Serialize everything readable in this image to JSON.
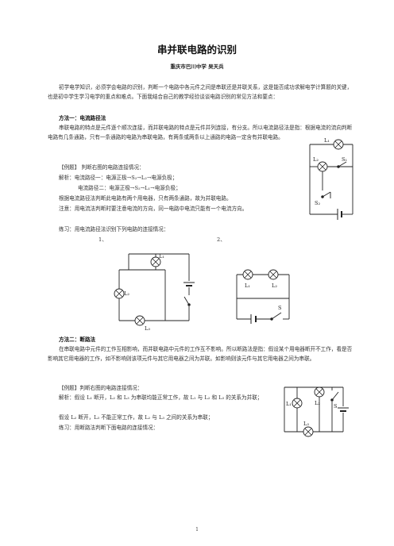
{
  "title": "串并联电路的识别",
  "author": "重庆市巴川中学  吴天兵",
  "intro": "初学电学知识，必须学会电路的识别，判断一个电路中各元件之间是串联还是并联关系，这是能否成功求解电学计算题的关键，也是初中学生学习电学的重点和难点。下面我结合自己的教学经验谈谈电路识别的常见方法和要点：",
  "method1": {
    "heading": "方法一：电流路径法",
    "desc": "串联电路的特点是元件逐个顺次连接，而并联电路的特点是元件并列连接，有分支。所以电流路径法是指：根据电流的流向判断电路有几条通路，只有一条通路的电路为串联电路，有两条或两条以上通路的电路一定含有并联电路。",
    "example": "【例题】 判断右图的电路连接情况：",
    "analysis1": "解析：电流路径一：电源正极→S₂→L₂→电源负极；",
    "analysis2": "电流路径二：电源正极→S₂→L₁→电源负极；",
    "conclusion": "根据电流路径法判断此电路有两个用电器，只有两条通路，故为并联电路。",
    "note": "注意：用电流法判断时要注意电流的方向，同一电路中电流只能有一个电流方向。",
    "practice": "练习：用电流路径法识别下列电路的连接情况：",
    "num1": "1、",
    "num2": "2、"
  },
  "method2": {
    "heading": "方法二：断路法",
    "desc": "在串联电路中元件的工作互相影响，而并联电路中元件的工作互不影响。所以断路法是指：假设某个用电器断开不工作，看是否影响其它用电器的工作，如不影响则该项元件与其它用电器之间为并联。如影响则该元件与其它用电器之间为串联。",
    "example": "【例题】判断右图的电路连接情况：",
    "analysis1": "解析：假设 L₁ 断开，L₂ 和 L₃ 为串联均能正常工作，故 L₁ 与 L₂ 和 L₃ 的关系为并联；",
    "analysis2": "假设 L₂ 断开，L₃ 不能正常工作，故 L₂ 与 L₃ 之间的关系为串联；",
    "practice": "练习：用断路法判断下面电路的连接情况："
  },
  "labels": {
    "L1": "L₁",
    "L2": "L₂",
    "L3": "L₃",
    "S": "S",
    "S1": "S₁",
    "S2": "S₂"
  },
  "page_number": "1"
}
